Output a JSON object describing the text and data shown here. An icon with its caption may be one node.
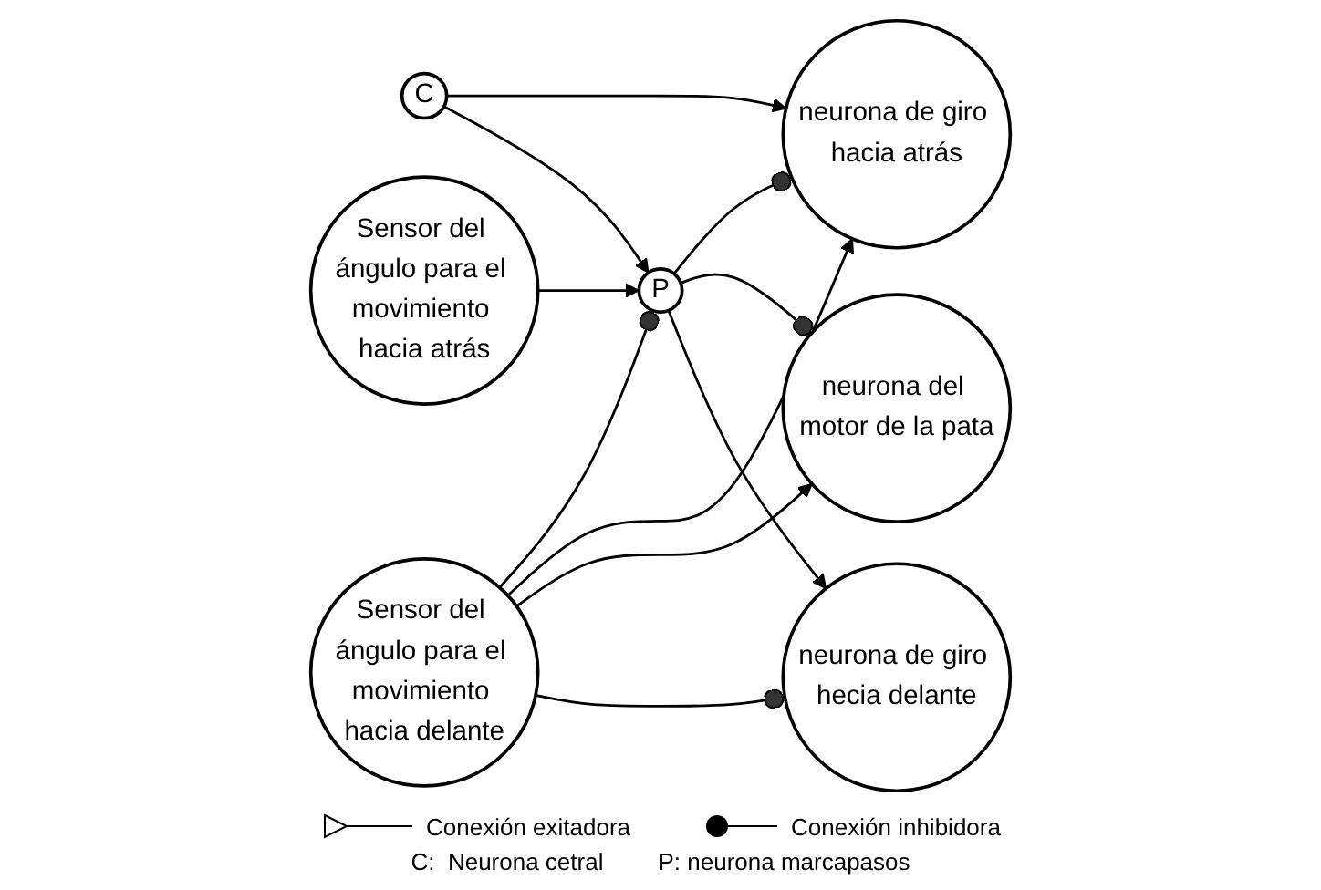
{
  "diagram": {
    "nodes": [
      {
        "text": [
          "C"
        ]
      },
      {
        "text": [
          "Sensor del ángulo para el movimiento hacia atrás"
        ]
      },
      {
        "text": [
          "neurona de giro hacia atrás"
        ]
      },
      {
        "text": [
          "P"
        ]
      },
      {
        "text": [
          "neurona del motor de la pata"
        ]
      },
      {
        "text": [
          "neurona de giro hecia delante"
        ]
      },
      {
        "text": [
          "Sensor del ángulo para el movimiento hacia delante"
        ]
      }
    ],
    "edges": [
      {
        "from": 0,
        "to": 2,
        "arrow": "to"
      },
      {
        "from": 0,
        "to": 3,
        "arrow": "to"
      },
      {
        "from": 1,
        "to": 3,
        "arrow": "to"
      },
      {
        "from": 3,
        "to": 2,
        "arrow": "other"
      },
      {
        "from": 3,
        "to": 4,
        "arrow": "other"
      },
      {
        "from": 3,
        "to": 5,
        "arrow": "to"
      },
      {
        "from": 6,
        "to": 3,
        "arrow": "other"
      },
      {
        "from": 6,
        "to": 2,
        "arrow": "to"
      },
      {
        "from": 6,
        "to": 4,
        "arrow": "to"
      },
      {
        "from": 6,
        "to": 5,
        "arrow": "other"
      }
    ],
    "labels": [
      "C:  Neurona cetral",
      "P: neurona marcapasos"
    ],
    "legend": [
      {
        "text": "Conexión exitadora"
      },
      {
        "text": "Conexión inhibidora"
      }
    ]
  }
}
